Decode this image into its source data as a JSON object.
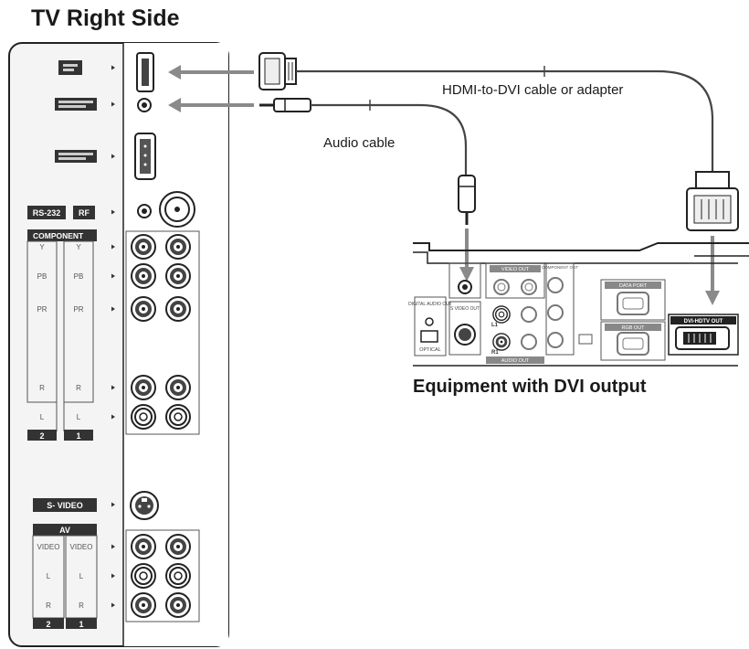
{
  "title": "TV Right Side",
  "cables": {
    "hdmi_dvi": "HDMI-to-DVI cable or adapter",
    "audio": "Audio cable"
  },
  "equipment": {
    "caption": "Equipment with DVI output",
    "labels": {
      "data_port": "DATA PORT",
      "rgb_out": "RGB OUT",
      "dvi_out": "DVI-HDTV OUT",
      "optical": "OPTICAL",
      "digital_audio": "DIGITAL AUDIO OUT",
      "s_video_out": "S VIDEO OUT",
      "video_out": "VIDEO OUT",
      "audio_out": "AUDIO OUT",
      "component_out": "COMPONENT OUT",
      "r1": "R1",
      "l1": "L1"
    }
  },
  "tv_panel": {
    "rs232": "RS-232",
    "rf": "RF",
    "component": "COMPONENT",
    "s_video": "S- VIDEO",
    "av": "AV",
    "y": "Y",
    "pb": "PB",
    "pr": "PR",
    "r": "R",
    "l": "L",
    "video": "VIDEO",
    "num2": "2",
    "num1": "1"
  },
  "colors": {
    "panel_fill": "#f4f4f4",
    "line": "#2a2a2a",
    "port_fill": "#555555",
    "arrow": "#8a8a8a"
  }
}
